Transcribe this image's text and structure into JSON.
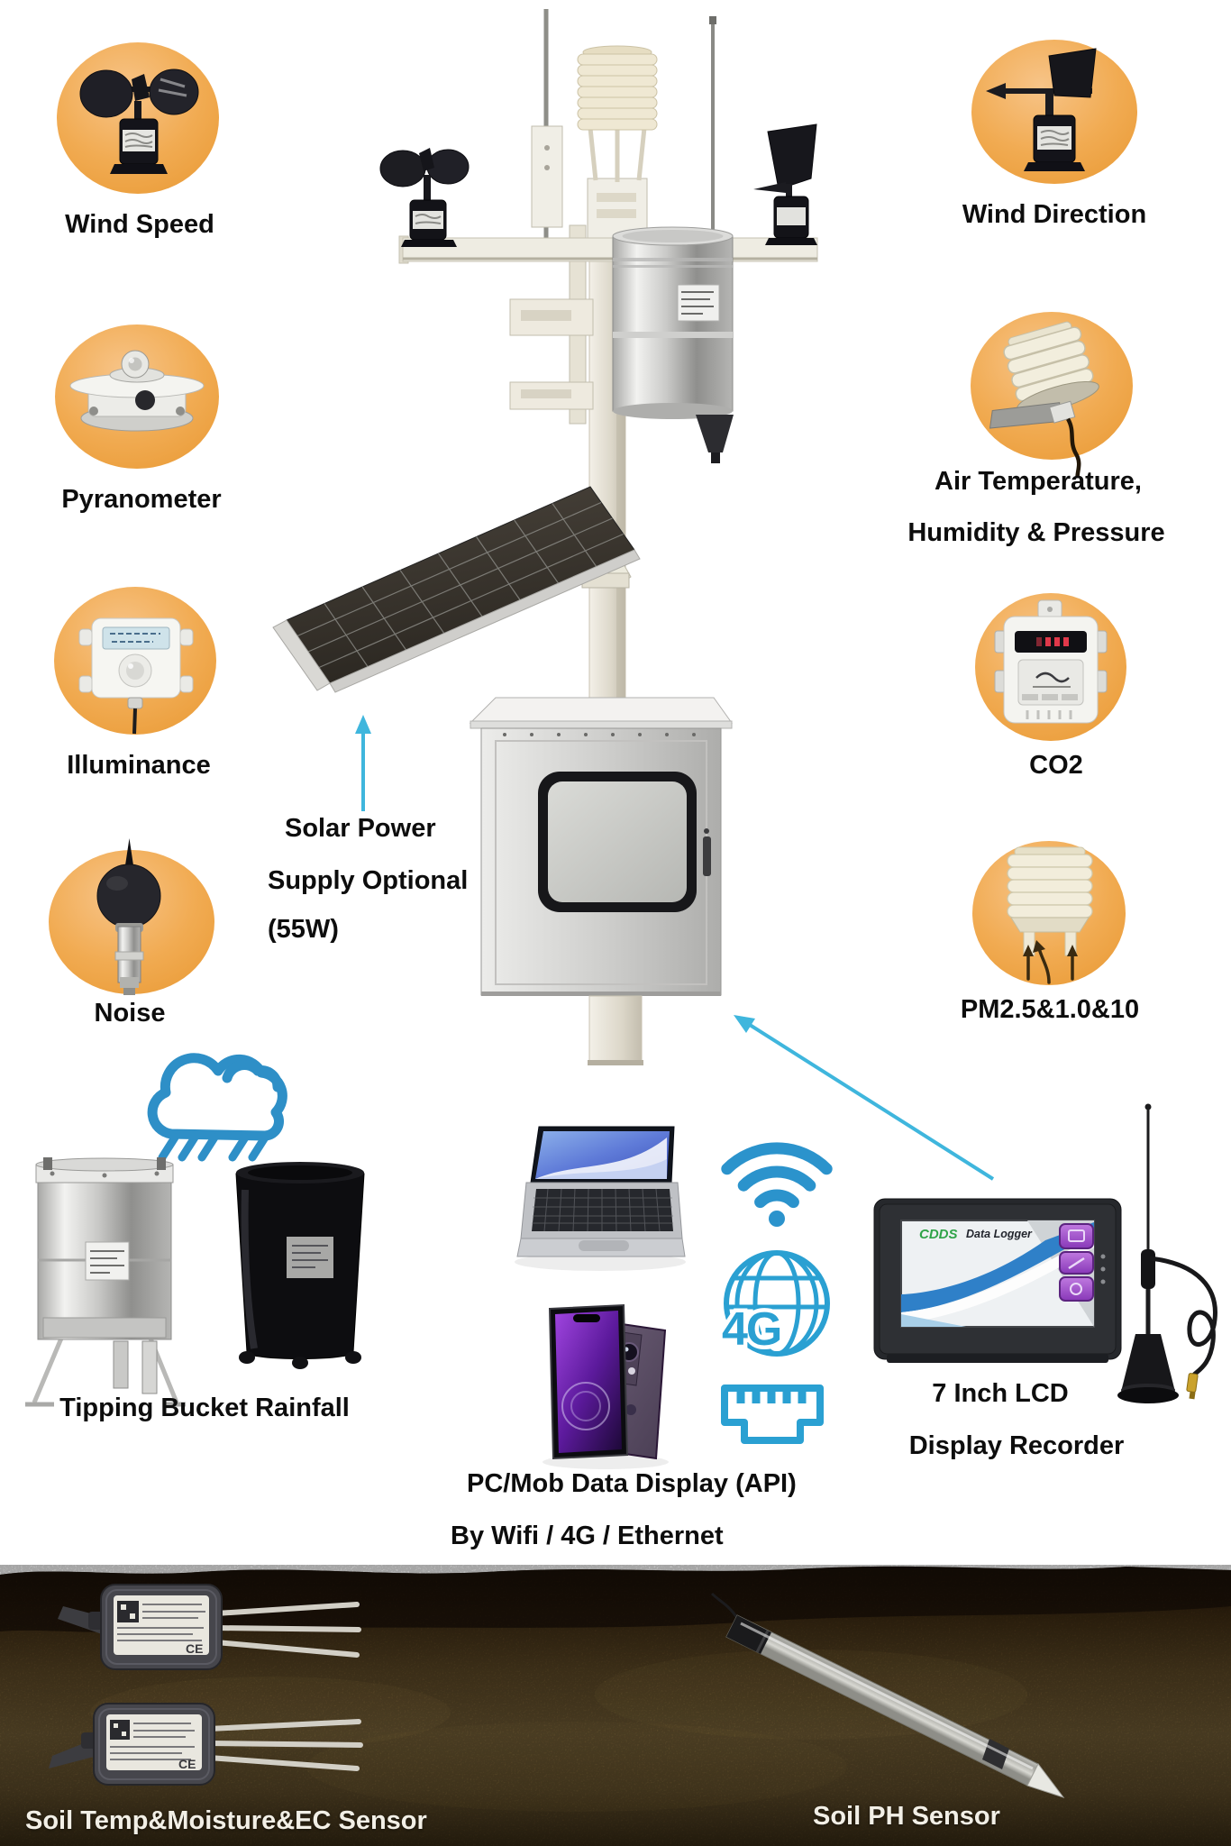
{
  "sensors": {
    "left": [
      {
        "id": "wind-speed",
        "label": "Wind Speed",
        "icon": "anemometer-icon"
      },
      {
        "id": "pyranometer",
        "label": "Pyranometer",
        "icon": "pyranometer-icon"
      },
      {
        "id": "illuminance",
        "label": "Illuminance",
        "icon": "illuminance-sensor-icon"
      },
      {
        "id": "noise",
        "label": "Noise",
        "icon": "noise-sensor-icon"
      }
    ],
    "right": [
      {
        "id": "wind-direction",
        "label": "Wind Direction",
        "icon": "wind-vane-icon"
      },
      {
        "id": "air-temp-humidity-pressure",
        "label_line1": "Air Temperature,",
        "label_line2": "Humidity & Pressure",
        "icon": "louvered-shield-sensor-icon"
      },
      {
        "id": "co2",
        "label": "CO2",
        "icon": "co2-sensor-icon"
      },
      {
        "id": "pm",
        "label": "PM2.5&1.0&10",
        "icon": "pm-sensor-icon"
      }
    ]
  },
  "station": {
    "solar_note_line1": "Solar Power",
    "solar_note_line2": "Supply Optional",
    "solar_note_line3": "(55W)"
  },
  "rainfall": {
    "label": "Tipping Bucket Rainfall"
  },
  "data_display": {
    "line1": "PC/Mob Data Display (API)",
    "line2": "By Wifi / 4G / Ethernet",
    "globe_text": "4G"
  },
  "recorder": {
    "label_line1": "7 Inch LCD",
    "label_line2": "Display Recorder",
    "screen_brand": "CDDS",
    "screen_title": "Data Logger"
  },
  "soil": {
    "left_label": "Soil Temp&Moisture&EC Sensor",
    "right_label": "Soil PH Sensor",
    "ce_mark": "CE"
  },
  "colors": {
    "circle_orange": "#f1ab52",
    "arrow_blue": "#3fb6dd",
    "icon_blue": "#2b93cc",
    "label_text": "#0d0d0d",
    "soil_label_text": "#f2efe6",
    "lcd_brand_green": "#2fa348",
    "lcd_swoosh_blue": "#2f80c8"
  }
}
